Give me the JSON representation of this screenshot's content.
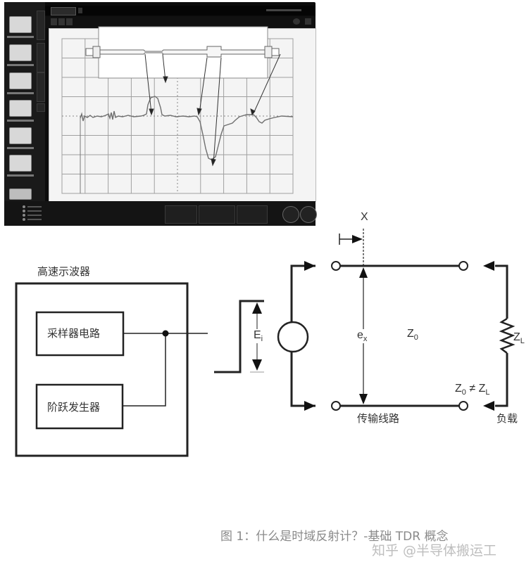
{
  "figure": {
    "caption": "图 1：什么是时域反射计？-基础 TDR 概念",
    "watermark": "知乎 @半导体搬运工"
  },
  "oscilloscope_screenshot": {
    "description": "TDR oscilloscope display with transmission-line cross-section overlay and arrows mapping impedance discontinuities to waveform features",
    "sidebar_buttons": [
      {
        "icon": "rising-edge-icon"
      },
      {
        "icon": "falling-edge-icon"
      },
      {
        "icon": "eye-pattern-icon"
      },
      {
        "icon": "pulse-train-icon"
      },
      {
        "icon": "pulse-train-icon"
      },
      {
        "icon": "single-pulse-icon"
      },
      {
        "icon": "blank-button"
      }
    ],
    "grid": {
      "columns": 10,
      "rows": 8
    },
    "waveform_features": [
      {
        "label": "narrow-section",
        "type": "positive-bump"
      },
      {
        "label": "wide-section",
        "type": "negative-dip"
      },
      {
        "label": "end-connector",
        "type": "small-dip"
      }
    ],
    "colors": {
      "chrome": "#0c0c0c",
      "plot_bg": "#f4f4f4",
      "grid": "#9a9a9a",
      "trace": "#777777"
    }
  },
  "schematic": {
    "oscilloscope_label": "高速示波器",
    "sampler_label": "采样器电路",
    "step_gen_label": "阶跃发生器",
    "step_amplitude": {
      "main": "E",
      "sub": "i"
    },
    "position_marker": "X",
    "voltage_at_x": {
      "main": "e",
      "sub": "x"
    },
    "line_impedance": {
      "main": "Z",
      "sub": "0"
    },
    "load_impedance": {
      "main": "Z",
      "sub": "L"
    },
    "mismatch": {
      "a_main": "Z",
      "a_sub": "0",
      "op": "≠",
      "b_main": "Z",
      "b_sub": "L"
    },
    "transmission_line_label": "传输线路",
    "load_label": "负载"
  }
}
